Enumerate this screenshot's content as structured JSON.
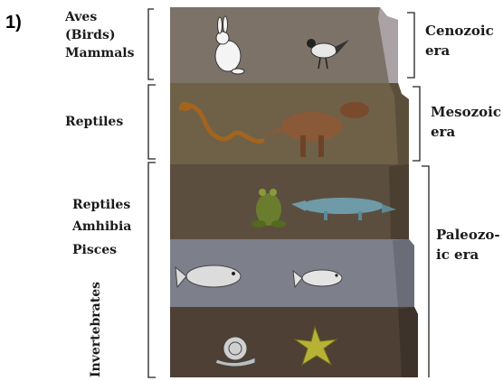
{
  "question_number": "1)",
  "left_labels": {
    "cenozoic_group": [
      "Aves",
      "(Birds)",
      "Mammals"
    ],
    "mesozoic_group": [
      "Reptiles"
    ],
    "paleozoic_group": [
      "Reptiles",
      "Amhibia",
      "Pisces"
    ],
    "vertical": "Invertebrates"
  },
  "eras": {
    "cenozoic": [
      "Cenozoic",
      "era"
    ],
    "mesozoic": [
      "Mesozoic",
      "era"
    ],
    "paleozoic": [
      "Paleozo-",
      "ic era"
    ]
  },
  "icons": [
    "rabbit-icon",
    "bird-icon",
    "snake-icon",
    "dinosaur-icon",
    "frog-icon",
    "crocodile-icon",
    "fish-icon",
    "fish-icon",
    "snail-icon",
    "starfish-icon"
  ],
  "colors": {
    "cenozoic_layer": "#7c7268",
    "mesozoic_layer": "#6e6147",
    "paleozoic_upper_layer": "#5c4e3e",
    "paleozoic_middle_layer": "#7d7f8a",
    "paleozoic_lower_layer": "#4e4034",
    "bracket": "#222222"
  }
}
